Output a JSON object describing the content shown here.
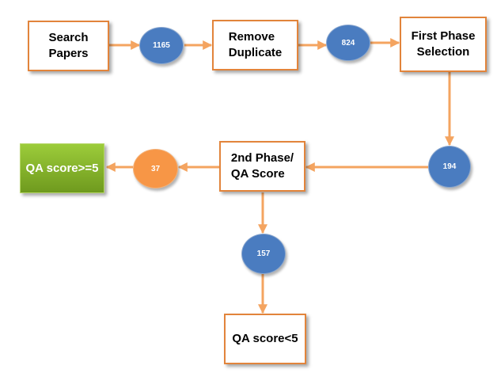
{
  "colors": {
    "arrow": "#f4a460",
    "box_border": "#e2843b",
    "circle_blue": "#4a7cc0",
    "circle_orange": "#f79646",
    "green": "#8cb832"
  },
  "nodes": {
    "search_papers": "Search\nPapers",
    "remove_duplicate": "Remove\nDuplicate",
    "first_phase": "First Phase\nSelection",
    "second_phase": "2nd Phase/\nQA Score",
    "qa_high": "QA score>=5",
    "qa_low": "QA score<5"
  },
  "counts": {
    "search_to_remove": "1165",
    "remove_to_first": "824",
    "first_to_second": "194",
    "second_to_high": "37",
    "second_to_low": "157"
  }
}
